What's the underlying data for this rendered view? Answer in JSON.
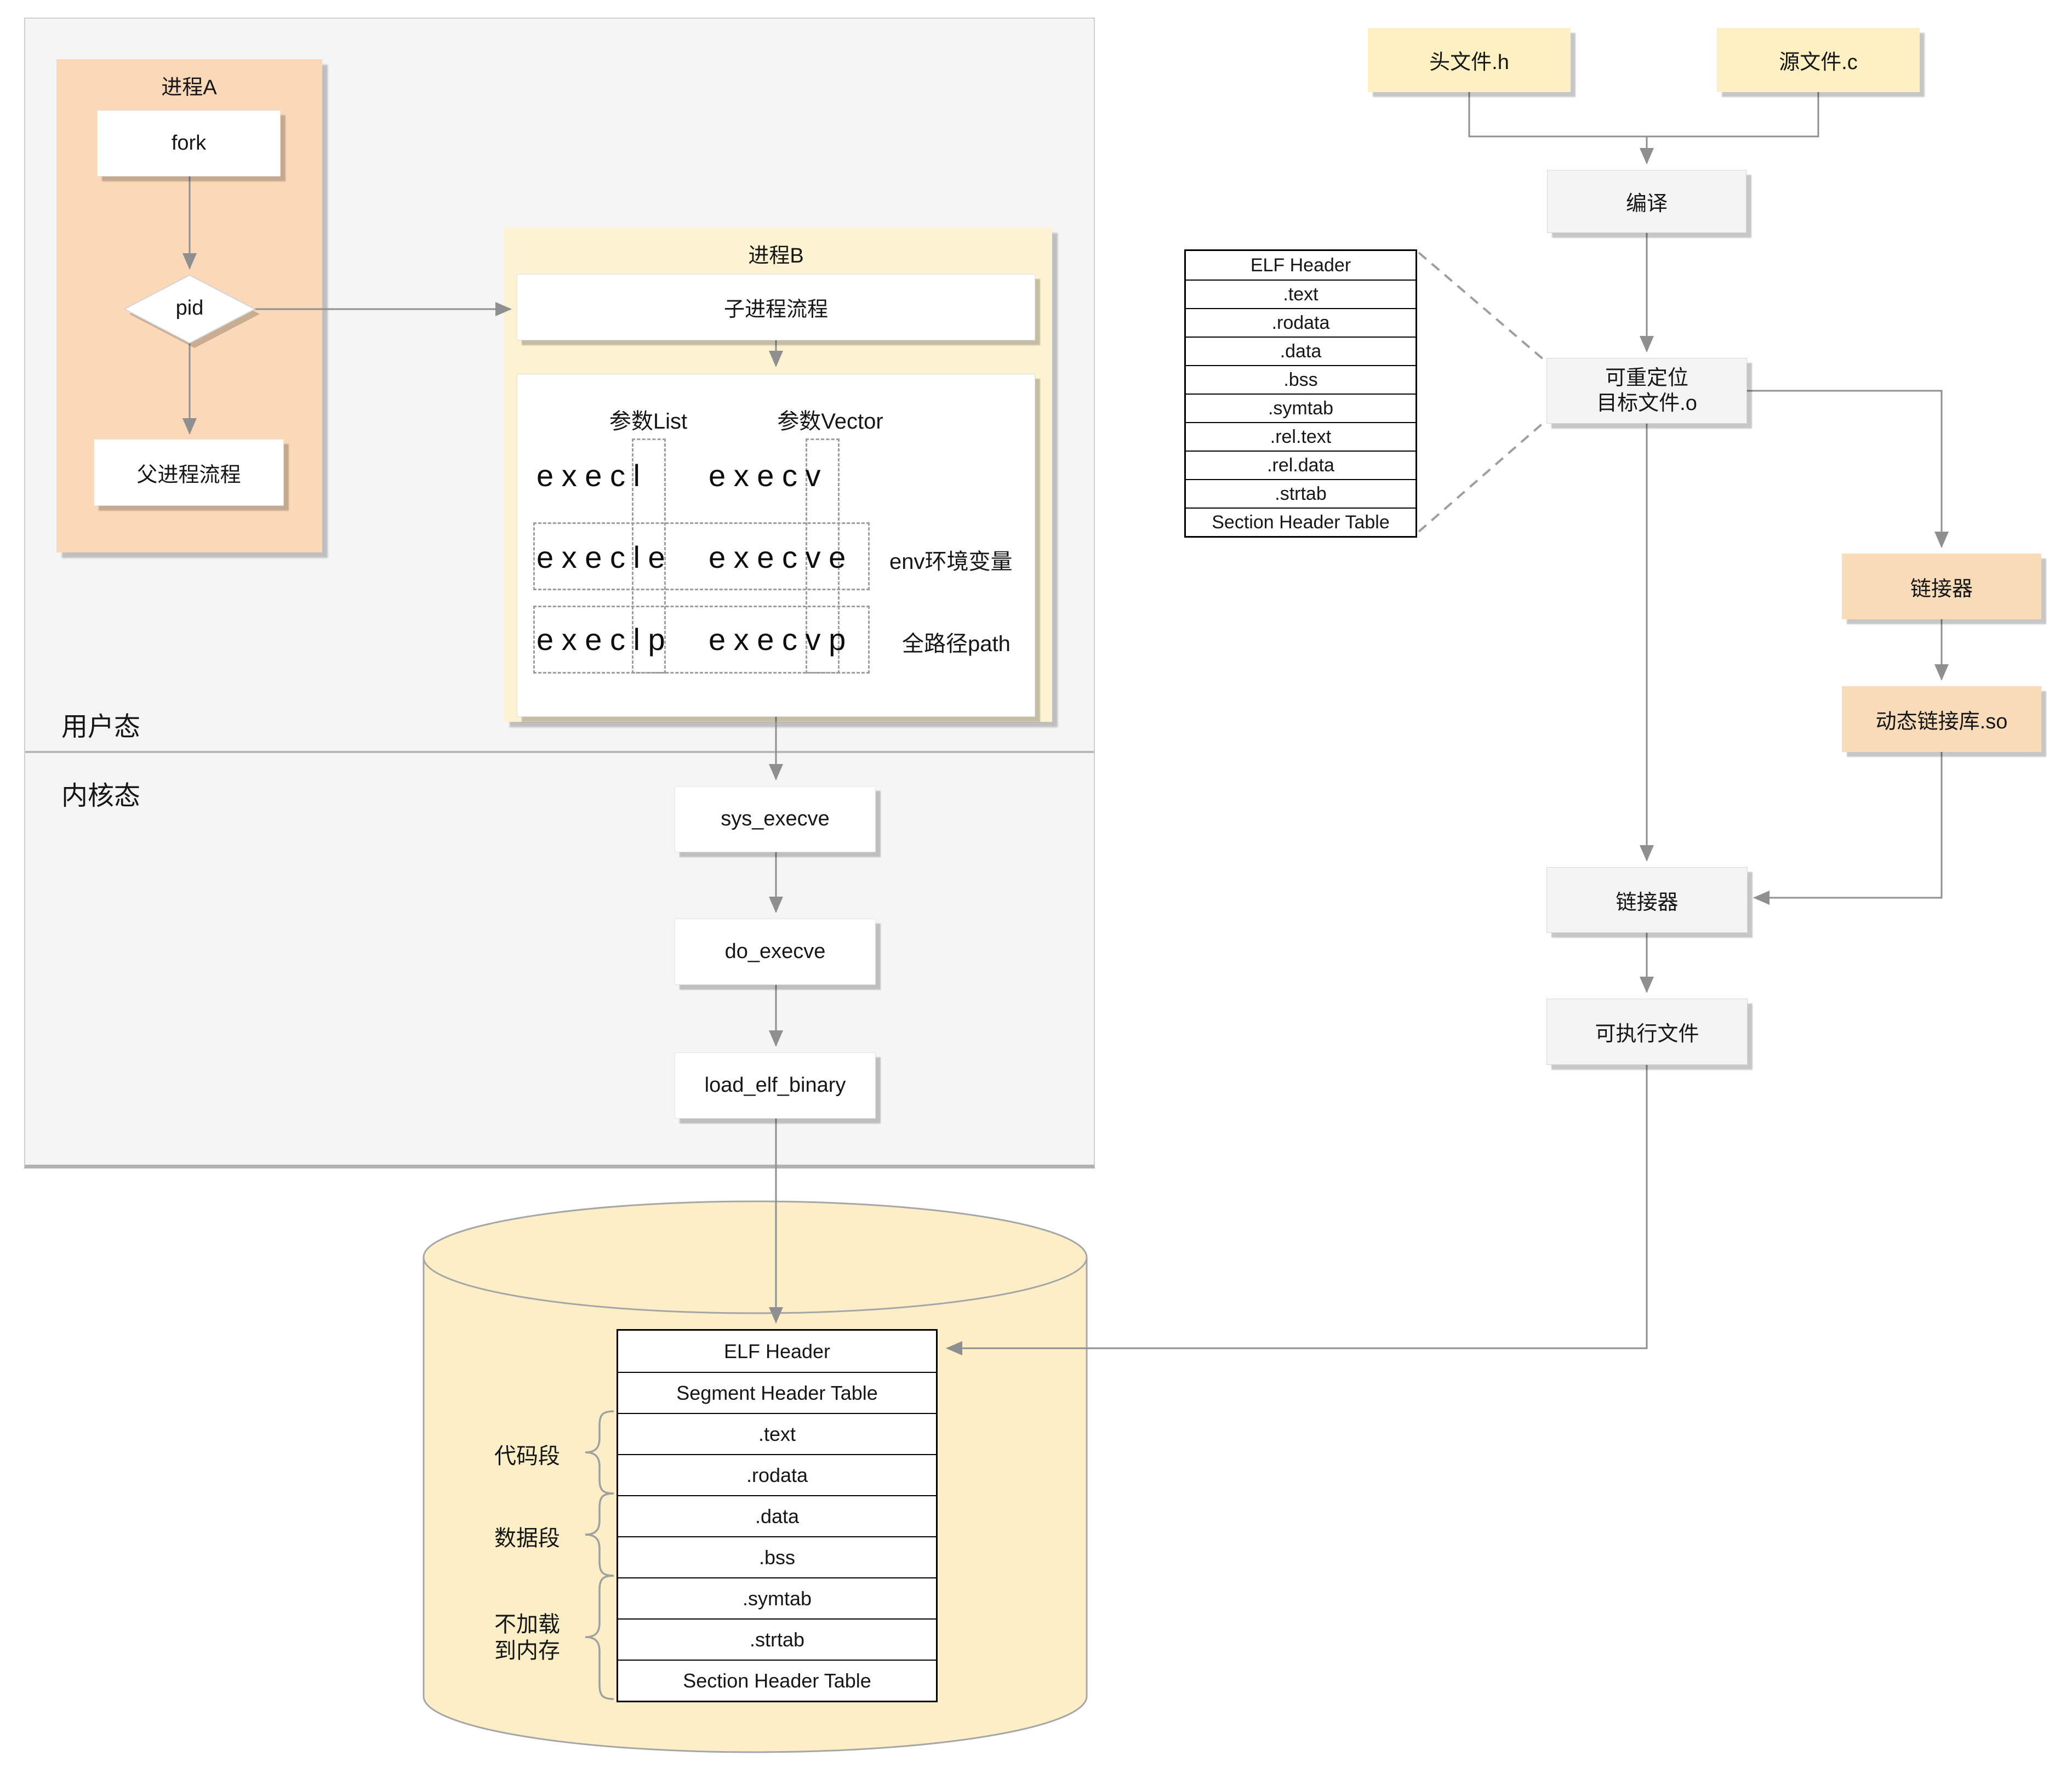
{
  "regions": {
    "user_mode": "用户态",
    "kernel_mode": "内核态"
  },
  "process_a": {
    "title": "进程A",
    "fork": "fork",
    "pid": "pid",
    "parent_flow": "父进程流程"
  },
  "process_b": {
    "title": "进程B",
    "child_flow": "子进程流程",
    "param_list_label": "参数List",
    "param_vector_label": "参数Vector",
    "env_label": "env环境变量",
    "path_label": "全路径path",
    "exec_grid": {
      "rows": [
        {
          "list": "execl",
          "vector": "execv"
        },
        {
          "list": "execle",
          "vector": "execve"
        },
        {
          "list": "execlp",
          "vector": "execvp"
        }
      ]
    }
  },
  "kernel_flow": {
    "sys_execve": "sys_execve",
    "do_execve": "do_execve",
    "load_elf_binary": "load_elf_binary"
  },
  "build_flow": {
    "header_file": "头文件.h",
    "source_file": "源文件.c",
    "compile": "编译",
    "relocatable_line1": "可重定位",
    "relocatable_line2": "目标文件.o",
    "linker_right": "链接器",
    "dynamic_lib": "动态链接库.so",
    "linker_main": "链接器",
    "executable": "可执行文件"
  },
  "object_file_sections": {
    "rows": [
      "ELF Header",
      ".text",
      ".rodata",
      ".data",
      ".bss",
      ".symtab",
      ".rel.text",
      ".rel.data",
      ".strtab",
      "Section Header Table"
    ]
  },
  "disk_layout": {
    "rows": [
      "ELF Header",
      "Segment Header Table",
      ".text",
      ".rodata",
      ".data",
      ".bss",
      ".symtab",
      ".strtab",
      "Section Header Table"
    ],
    "code_segment_label": "代码段",
    "data_segment_label": "数据段",
    "noload_line1": "不加载",
    "noload_line2": "到内存"
  },
  "colors": {
    "peach": "#fbd9b8",
    "panel_yellow": "#fdf3d2",
    "note_yellow": "#fdf0c3",
    "cylinder_yellow": "#fcefc7",
    "gray_box": "#f4f4f4",
    "arrow_gray": "#8f8f8f"
  }
}
